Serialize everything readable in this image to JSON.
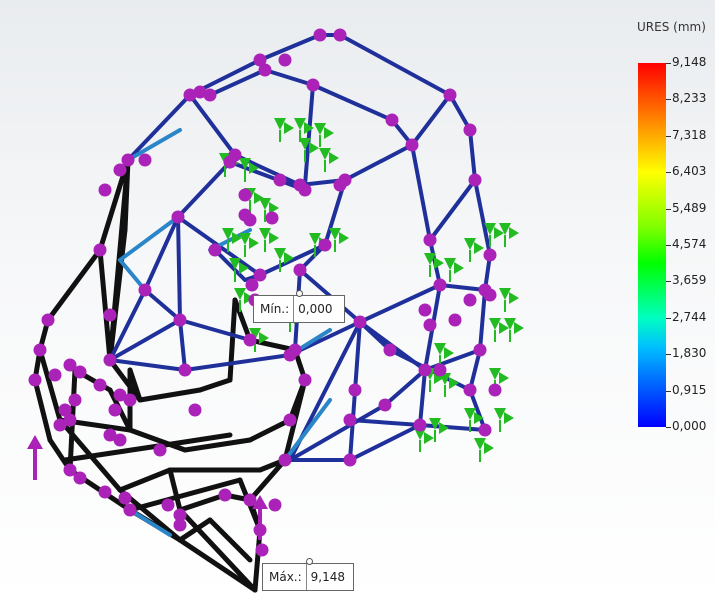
{
  "legend": {
    "title": "URES (mm)",
    "values": [
      "9,148",
      "8,233",
      "7,318",
      "6,403",
      "5,489",
      "4,574",
      "3,659",
      "2,744",
      "1,830",
      "0,915",
      "0,000"
    ],
    "colors": [
      "#ff0000",
      "#ffff00",
      "#00ff00",
      "#00ffff",
      "#0000ff"
    ]
  },
  "probes": {
    "min": {
      "label": "Mín.:",
      "value": "0,000"
    },
    "max": {
      "label": "Máx.:",
      "value": "9,148"
    }
  },
  "model": {
    "frame_color": "#20309a",
    "frame_light_color": "#2a86c8",
    "frame_dark_color": "#111111",
    "joint_color": "#aa22b8",
    "fixture_color": "#22bb22"
  }
}
